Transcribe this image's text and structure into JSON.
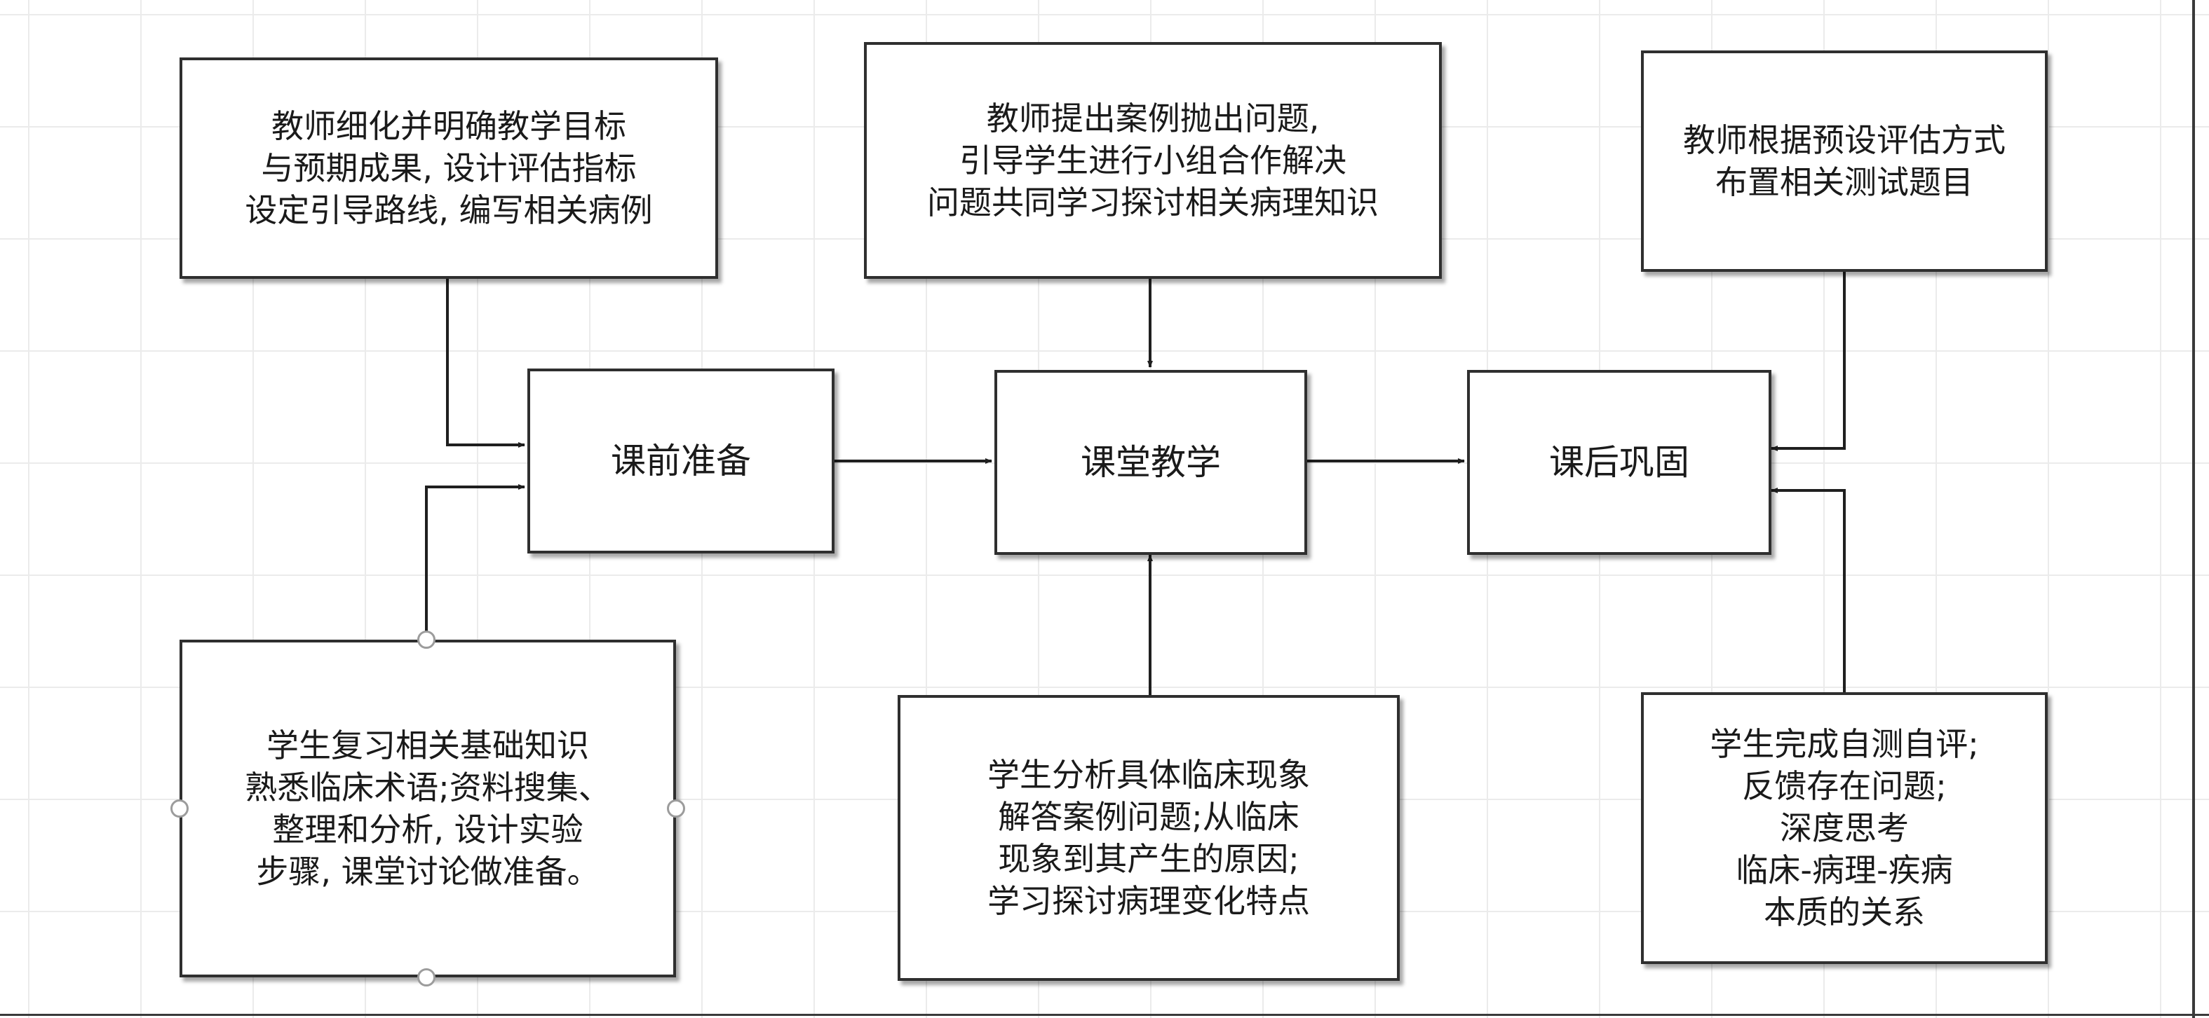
{
  "diagram": {
    "top_left": "教师细化并明确教学目标\n与预期成果, 设计评估指标\n设定引导路线, 编写相关病例",
    "top_center": "教师提出案例抛出问题,\n引导学生进行小组合作解决\n问题共同学习探讨相关病理知识",
    "top_right": "教师根据预设评估方式\n布置相关测试题目",
    "stage_before": "课前准备",
    "stage_in": "课堂教学",
    "stage_after": "课后巩固",
    "bottom_left": "学生复习相关基础知识\n熟悉临床术语;资料搜集、\n整理和分析, 设计实验\n步骤, 课堂讨论做准备。",
    "bottom_center": "学生分析具体临床现象\n解答案例问题;从临床\n现象到其产生的原因;\n学习探讨病理变化特点",
    "bottom_right": "学生完成自测自评;\n反馈存在问题;\n深度思考\n临床-病理-疾病\n本质的关系"
  },
  "colors": {
    "line": "#1f1f1f",
    "border": "#2f2f2f",
    "grid": "#ebebeb",
    "handle": "#9c9c9c"
  }
}
